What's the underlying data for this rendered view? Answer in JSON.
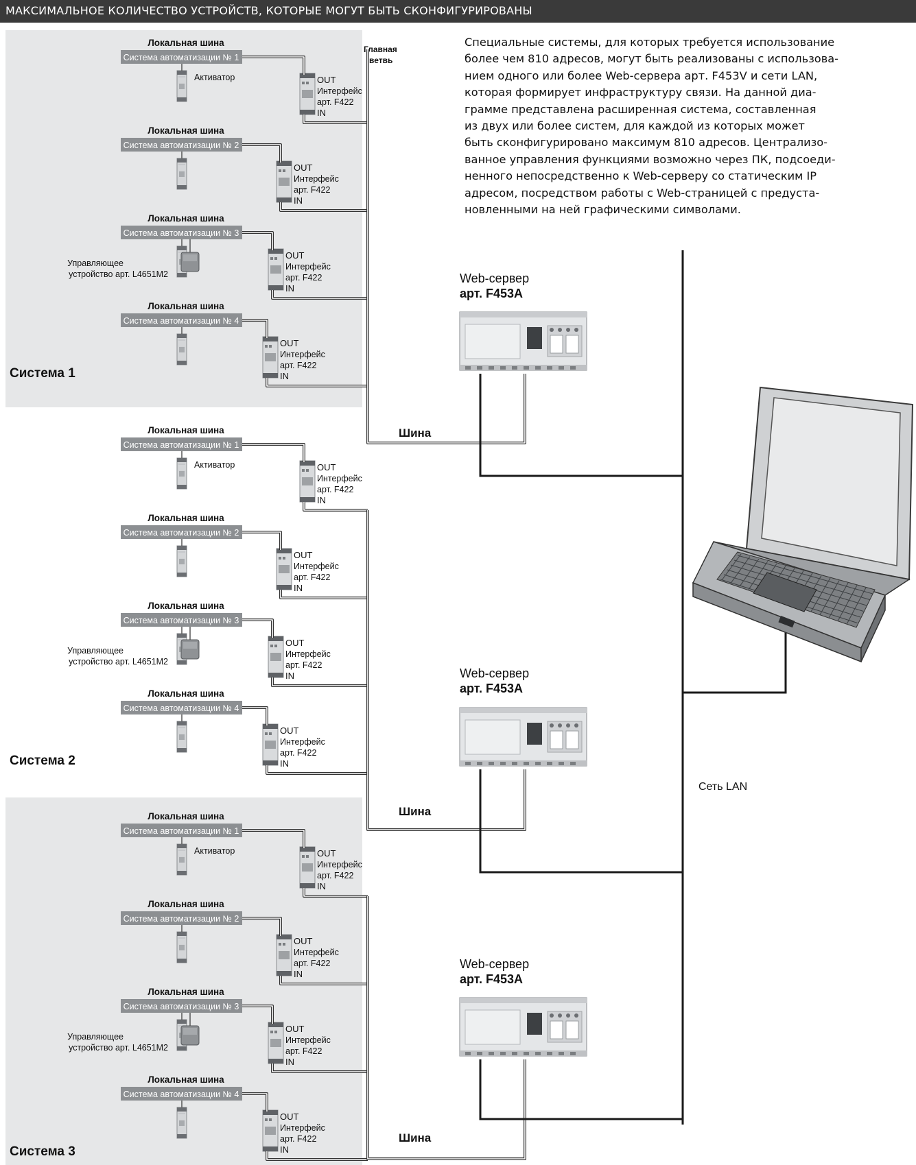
{
  "header": {
    "title": "МАКСИМАЛЬНОЕ КОЛИЧЕСТВО УСТРОЙСТВ, КОТОРЫЕ МОГУТ БЫТЬ СКОНФИГУРИРОВАНЫ"
  },
  "description": {
    "lines": [
      "Специальные системы, для которых требуется использование",
      "более чем 810 адресов, могут быть реализованы с использова-",
      "нием одного или более Web-сервера арт. F453V и сети LAN,",
      "которая формирует инфраструктуру связи. На данной диа-",
      "грамме представлена расширенная система, составленная",
      "из двух или более систем, для каждой из которых может",
      "быть сконфигурировано максимум 810 адресов. Централизо-",
      "ванное управления функциями возможно через ПК, подсоеди-",
      "ненного непосредственно к Web-серверу со статическим IP",
      "адресом, посредством работы с Web-страницей с предуста-",
      "новленными на ней графическими символами."
    ]
  },
  "labels": {
    "main_branch_1": "Главная",
    "main_branch_2": "ветвь",
    "local_bus": "Локальная шина",
    "automation_1": "Система автоматизации № 1",
    "automation_2": "Система автоматизации № 2",
    "automation_3": "Система автоматизации № 3",
    "automation_4": "Система автоматизации № 4",
    "activator": "Активатор",
    "control_1": "Управляющее",
    "control_2": "устройство арт. L4651M2",
    "out": "OUT",
    "interface": "Интерфейс",
    "interface_art": "арт. F422",
    "in": "IN",
    "bus": "Шина",
    "web_server": "Web-сервер",
    "web_server_art": "арт. F453A",
    "lan": "Сеть LAN"
  },
  "systems": [
    {
      "name": "Система 1",
      "shaded": true
    },
    {
      "name": "Система 2",
      "shaded": false
    },
    {
      "name": "Система 3",
      "shaded": true
    }
  ],
  "colors": {
    "header_bg": "#3a3a3a",
    "panel_bg": "#e6e7e8",
    "wire": "#222222"
  }
}
